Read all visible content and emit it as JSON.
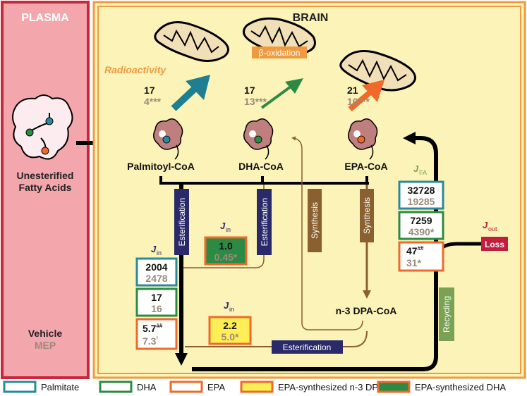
{
  "colors": {
    "plasma_fill": "#f4a6ad",
    "plasma_border": "#c8283c",
    "brain_fill": "#fcf3b8",
    "brain_border": "#ef9a40",
    "palmitate": "#2a8a9c",
    "dha": "#2d8a45",
    "epa": "#ef6a2a",
    "dpa_fill": "#ffee55",
    "navy": "#2a2a6a",
    "brown": "#8a6030",
    "gray": "#9a8a7a",
    "recycle": "#7aa255",
    "loss": "#c01e3c",
    "mito": "#f1dfb8",
    "coa_body": "#bf7f7f"
  },
  "compartments": {
    "plasma": "PLASMA",
    "brain": "BRAIN"
  },
  "plasma": {
    "source_label_line1": "Unesterified",
    "source_label_line2": "Fatty Acids",
    "vehicle": "Vehicle",
    "mep": "MEP"
  },
  "beta_oxidation": "β-oxidation",
  "radioactivity": "Radioactivity",
  "oxidation_values": [
    {
      "vehicle": "17",
      "mep": "4***"
    },
    {
      "vehicle": "17",
      "mep": "13***"
    },
    {
      "vehicle": "21",
      "mep": "10***"
    }
  ],
  "acyl_coa": {
    "palmitoyl": "Palmitoyl-CoA",
    "dha": "DHA-CoA",
    "epa": "EPA-CoA",
    "dpa": "n-3 DPA-CoA"
  },
  "process_labels": {
    "esterification": "Esterification",
    "synthesis": "Synthesis",
    "recycling": "Recycling",
    "loss": "Loss"
  },
  "flux_labels": {
    "j_in": "J",
    "j_in_sub": "in",
    "j_fa": "J",
    "j_fa_sub": "FA",
    "j_out": "J",
    "j_out_sub": "out"
  },
  "j_in_values": {
    "palmitate": {
      "vehicle": "2004",
      "mep": "2478"
    },
    "dha": {
      "vehicle": "17",
      "mep": "16"
    },
    "epa": {
      "vehicle": "5.7",
      "vehicle_sup": "##",
      "mep": "7.3",
      "mep_sup": "!"
    },
    "epa_synth_dha": {
      "vehicle": "1.0",
      "mep": "0.45*"
    },
    "epa_synth_dpa": {
      "vehicle": "2.2",
      "mep": "5.0*"
    }
  },
  "j_fa_values": {
    "palmitate": {
      "vehicle": "32728",
      "mep": "19285"
    },
    "dha": {
      "vehicle": "7259",
      "mep": "4390*"
    },
    "epa": {
      "vehicle": "47",
      "vehicle_sup": "##",
      "mep": "31*"
    }
  },
  "legend": [
    {
      "label": "Palmitate",
      "border": "#2a8a9c",
      "fill": "#ffffff"
    },
    {
      "label": "DHA",
      "border": "#2d8a45",
      "fill": "#ffffff"
    },
    {
      "label": "EPA",
      "border": "#ef6a2a",
      "fill": "#ffffff"
    },
    {
      "label": "EPA-synthesized n-3 DPA",
      "border": "#ef6a2a",
      "fill": "#ffee55"
    },
    {
      "label": "EPA-synthesized DHA",
      "border": "#ef6a2a",
      "fill": "#2d8a45"
    }
  ]
}
